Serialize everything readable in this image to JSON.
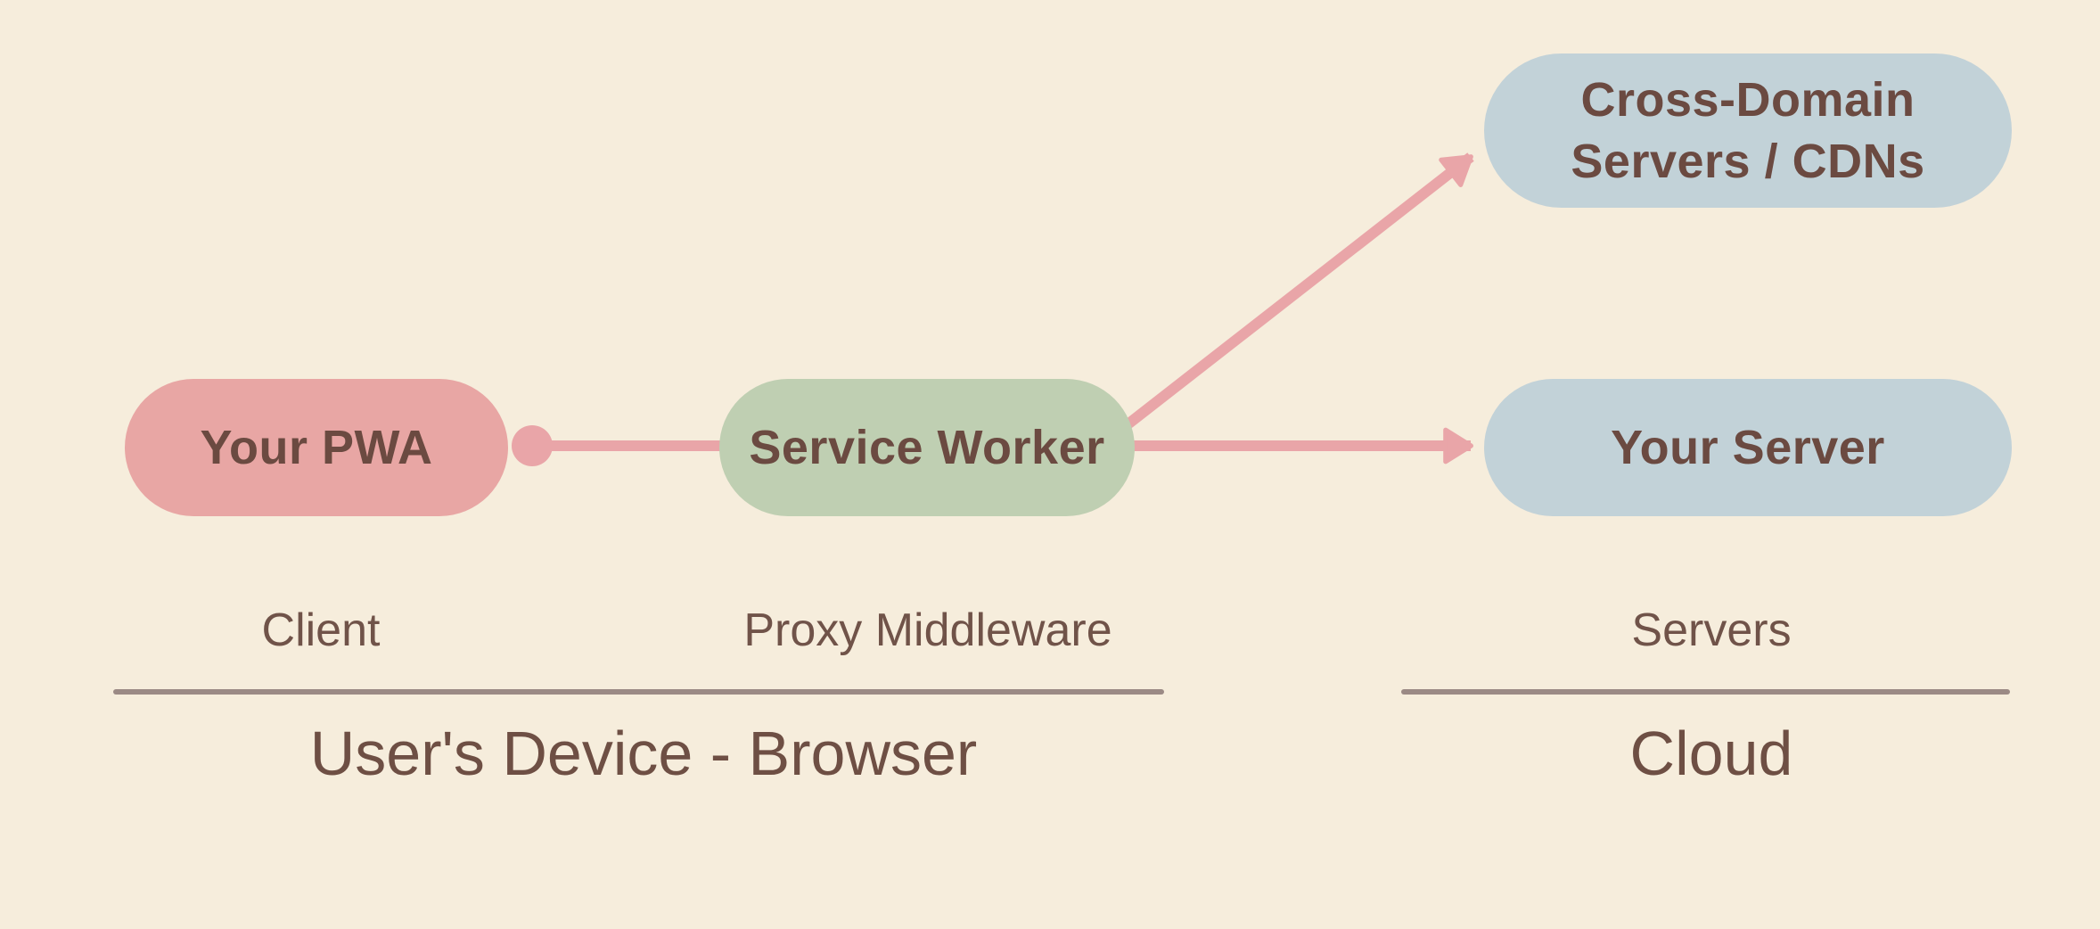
{
  "canvas": {
    "background": "#f6eddc"
  },
  "palette": {
    "arrow": "#e9a5a8",
    "pill_pink": "#e8a6a4",
    "pill_green": "#bfcfb2",
    "pill_blue": "#c2d2d8",
    "pill_text": "#6b4a41",
    "section_label_text": "#705349",
    "group_label_text": "#6e4f44",
    "divider": "#9b8a85"
  },
  "nodes": {
    "pwa": {
      "label": "Your PWA"
    },
    "service_worker": {
      "label": "Service Worker"
    },
    "cdn": {
      "label_line1": "Cross-Domain",
      "label_line2": "Servers / CDNs"
    },
    "server": {
      "label": "Your Server"
    }
  },
  "section_labels": {
    "client": "Client",
    "proxy": "Proxy Middleware",
    "servers": "Servers"
  },
  "group_labels": {
    "device": "User's Device - Browser",
    "cloud": "Cloud"
  }
}
